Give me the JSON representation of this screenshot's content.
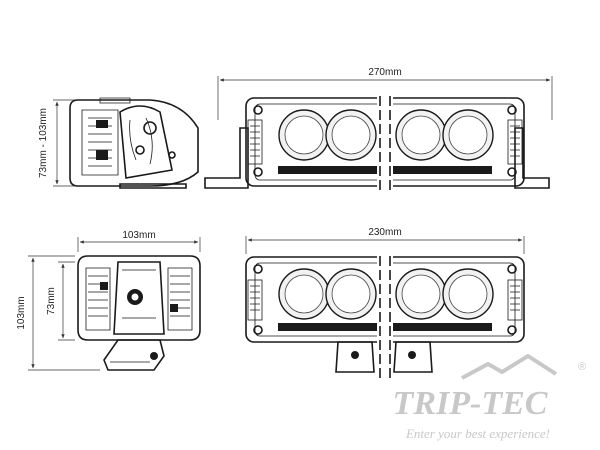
{
  "dimensions": {
    "top_width": "270mm",
    "bottom_width": "230mm",
    "side_height": "73mm - 103mm",
    "front_width": "103mm",
    "front_height_outer": "103mm",
    "front_height_inner": "73mm"
  },
  "brand": {
    "name": "TRIP-TEC",
    "registered": "®",
    "slogan": "Enter your best experience!"
  },
  "colors": {
    "ink": "#1a1a1a",
    "logo": "#c8c8c8"
  }
}
